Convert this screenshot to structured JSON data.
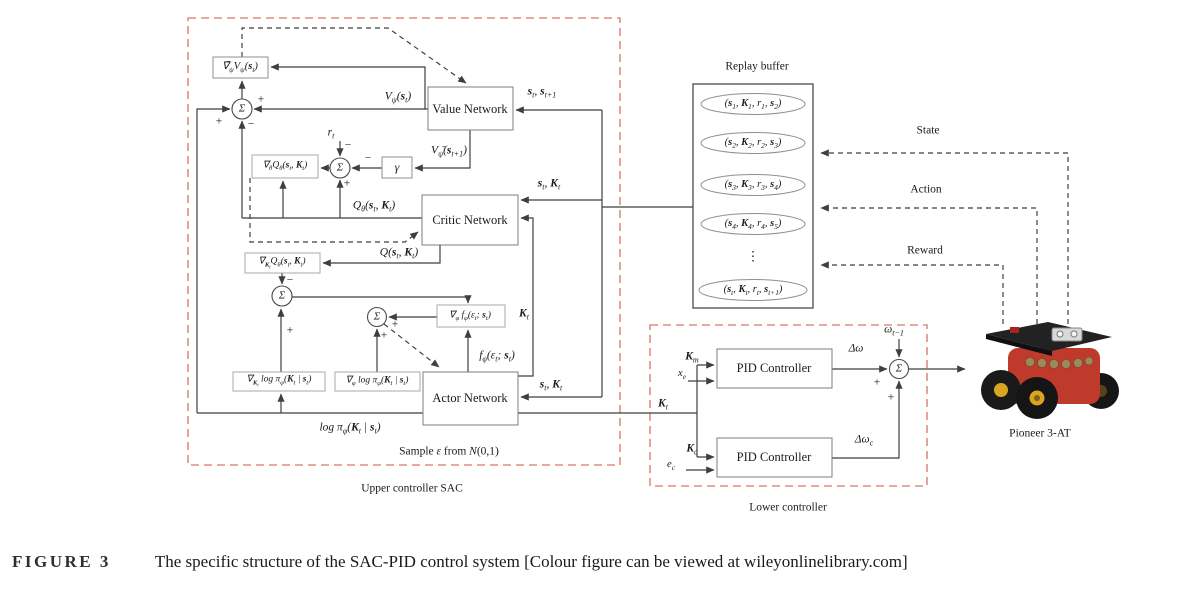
{
  "figure": {
    "caption_tag": "FIGURE 3",
    "caption_text": "The specific structure of the SAC-PID control system [Colour figure can be viewed at wileyonlinelibrary.com]"
  },
  "sym": {
    "sum": "Σ",
    "plus": "+",
    "minus": "−",
    "vdots": "⋮"
  },
  "upper": {
    "title": "Upper controller SAC",
    "nets": {
      "value": "Value Network",
      "critic": "Critic Network",
      "actor": "Actor Network",
      "gamma": "γ"
    },
    "labels": {
      "grad_v": "∇̄_ψV_ψ(**s**_t)",
      "v_s": "V_ψ(**s**_t)",
      "s_pair": "**s**_t, **s**_{t+1}",
      "r_t": "r_t",
      "v_next": "V_ψ̄(**s**_{t+1})",
      "grad_q_theta": "∇_θQ_θ(**s**_t, **K**_t)",
      "s_k": "**s**_t, **K**_t",
      "q_theta": "Q_θ(**s**_t, **K**_t)",
      "q": "Q(**s**_t, **K**_t)",
      "grad_q_k": "∇_{**K**_t}Q_θ(**s**_t, **K**_t)",
      "grad_f": "∇_φ f_φ(ε_t; **s**_t)",
      "k_t": "**K**_t",
      "f_phi": "f_φ(ε_t; **s**_t)",
      "grad_logpi_k": "∇_{**K**_t} log π_φ(**K**_t | **s**_t)",
      "grad_logpi_phi": "∇_φ log π_φ(**K**_t | **s**_t)",
      "logpi": "log π_φ(**K**_t | **s**_t)",
      "sample": "Sample *ε* from *N*(0,1)"
    }
  },
  "replay": {
    "title": "Replay buffer",
    "tuples": [
      "(**s**_1, **K**_1, r_1, **s**_2)",
      "(**s**_2, **K**_2, r_2, **s**_3)",
      "(**s**_3, **K**_3, r_3, **s**_4)",
      "(**s**_4, **K**_4, r_4, **s**_5)",
      "(**s**_t, **K**_t, r_t, **s**_{t+1})"
    ],
    "signals": [
      "State",
      "Action",
      "Reward"
    ]
  },
  "lower": {
    "title": "Lower controller",
    "pid": "PID Controller",
    "labels": {
      "k_t": "**K**_t",
      "k_m": "**K**_m",
      "x_e": "x_e",
      "k_c": "**K**_c",
      "e_c": "e_c",
      "delta_w": "Δω",
      "delta_wc": "Δω_c",
      "w_prev": "ω_{t−1}"
    }
  },
  "robot": {
    "name": "Pioneer 3-AT"
  },
  "colors": {
    "dashed_border": "#dd8d82",
    "line": "#3f3f3f",
    "robot_red": "#bf3a2b",
    "wheel_hub": "#d9a520"
  }
}
